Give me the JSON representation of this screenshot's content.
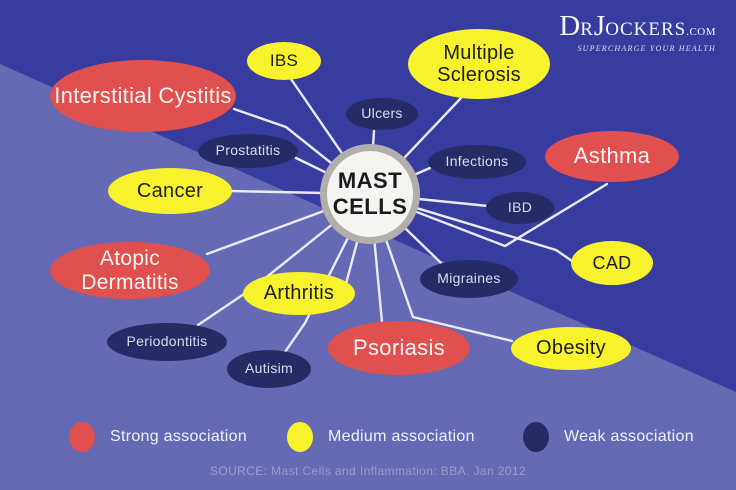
{
  "logo": {
    "d": "D",
    "r1": "R",
    "j": "J",
    "rest": "OCKERS",
    "tld": ".COM",
    "tagline": "SUPERCHARGE YOUR HEALTH"
  },
  "center": {
    "label": "MAST\nCELLS"
  },
  "nodes": [
    {
      "id": "ibs",
      "label": "IBS",
      "association": "medium"
    },
    {
      "id": "multiple-sclerosis",
      "label": "Multiple Sclerosis",
      "association": "medium"
    },
    {
      "id": "interstitial-cystitis",
      "label": "Interstitial Cystitis",
      "association": "strong"
    },
    {
      "id": "ulcers",
      "label": "Ulcers",
      "association": "weak"
    },
    {
      "id": "prostatitis",
      "label": "Prostatitis",
      "association": "weak"
    },
    {
      "id": "infections",
      "label": "Infections",
      "association": "weak"
    },
    {
      "id": "asthma",
      "label": "Asthma",
      "association": "strong"
    },
    {
      "id": "cancer",
      "label": "Cancer",
      "association": "medium"
    },
    {
      "id": "ibd",
      "label": "IBD",
      "association": "weak"
    },
    {
      "id": "cad",
      "label": "CAD",
      "association": "medium"
    },
    {
      "id": "atopic-dermatitis",
      "label": "Atopic Dermatitis",
      "association": "strong"
    },
    {
      "id": "migraines",
      "label": "Migraines",
      "association": "weak"
    },
    {
      "id": "arthritis",
      "label": "Arthritis",
      "association": "medium"
    },
    {
      "id": "periodontitis",
      "label": "Periodontitis",
      "association": "weak"
    },
    {
      "id": "psoriasis",
      "label": "Psoriasis",
      "association": "strong"
    },
    {
      "id": "autisim",
      "label": "Autisim",
      "association": "weak"
    },
    {
      "id": "obesity",
      "label": "Obesity",
      "association": "medium"
    }
  ],
  "legend": {
    "items": [
      {
        "label": "Strong association",
        "color": "#E0504E"
      },
      {
        "label": "Medium association",
        "color": "#F8F22C"
      },
      {
        "label": "Weak association",
        "color": "#262B66"
      }
    ]
  },
  "source": {
    "text": "SOURCE: Mast Cells and Inflammation: BBA. Jan 2012"
  },
  "colors": {
    "background_dark": "#383C9F",
    "background_light": "#666AB4",
    "strong": "#E0504E",
    "medium": "#F8F22C",
    "weak": "#262B66",
    "connector_line": "#ECEAF7",
    "hub_fill": "#F5F4F1",
    "hub_ring": "#B1AEAB"
  }
}
